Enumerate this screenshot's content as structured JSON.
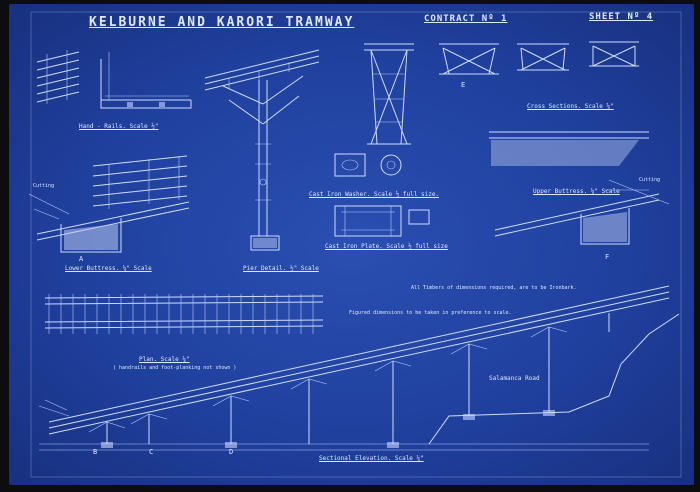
{
  "header": {
    "title": "KELBURNE AND KARORI TRAMWAY",
    "contract": "CONTRACT Nº 1",
    "sheet": "SHEET Nº 4"
  },
  "labels": {
    "hand_rails": "Hand - Rails.  Scale ½\"",
    "lower_buttress": "Lower Buttress.  ¼\" Scale",
    "pier_detail": "Pier Detail.  ½\" Scale",
    "cast_iron_washer": "Cast Iron Washer.  Scale ½ full size.",
    "cast_iron_plate": "Cast Iron Plate.  Scale ½ full size",
    "cross_sections": "Cross Sections.  Scale ¼\"",
    "upper_buttress": "Upper Buttress.  ¼\" Scale",
    "plan": "Plan.  Scale ¼\"",
    "plan_note": "( handrails and foot-planking not shown )",
    "sectional_elevation": "Sectional  Elevation.  Scale ¼\"",
    "salamanca_road": "Salamanca Road",
    "cutting_left": "Cutting",
    "cutting_right": "Cutting",
    "timber_note": "All Timbers of dimensions required, are to be Ironbark.",
    "figured_dims": "Figured dimensions to be taken in preference to scale.",
    "letters": [
      "A",
      "B",
      "C",
      "D",
      "E",
      "F"
    ]
  },
  "colors": {
    "paper": "#1f3f9c",
    "ink": "#dfe8ff"
  }
}
